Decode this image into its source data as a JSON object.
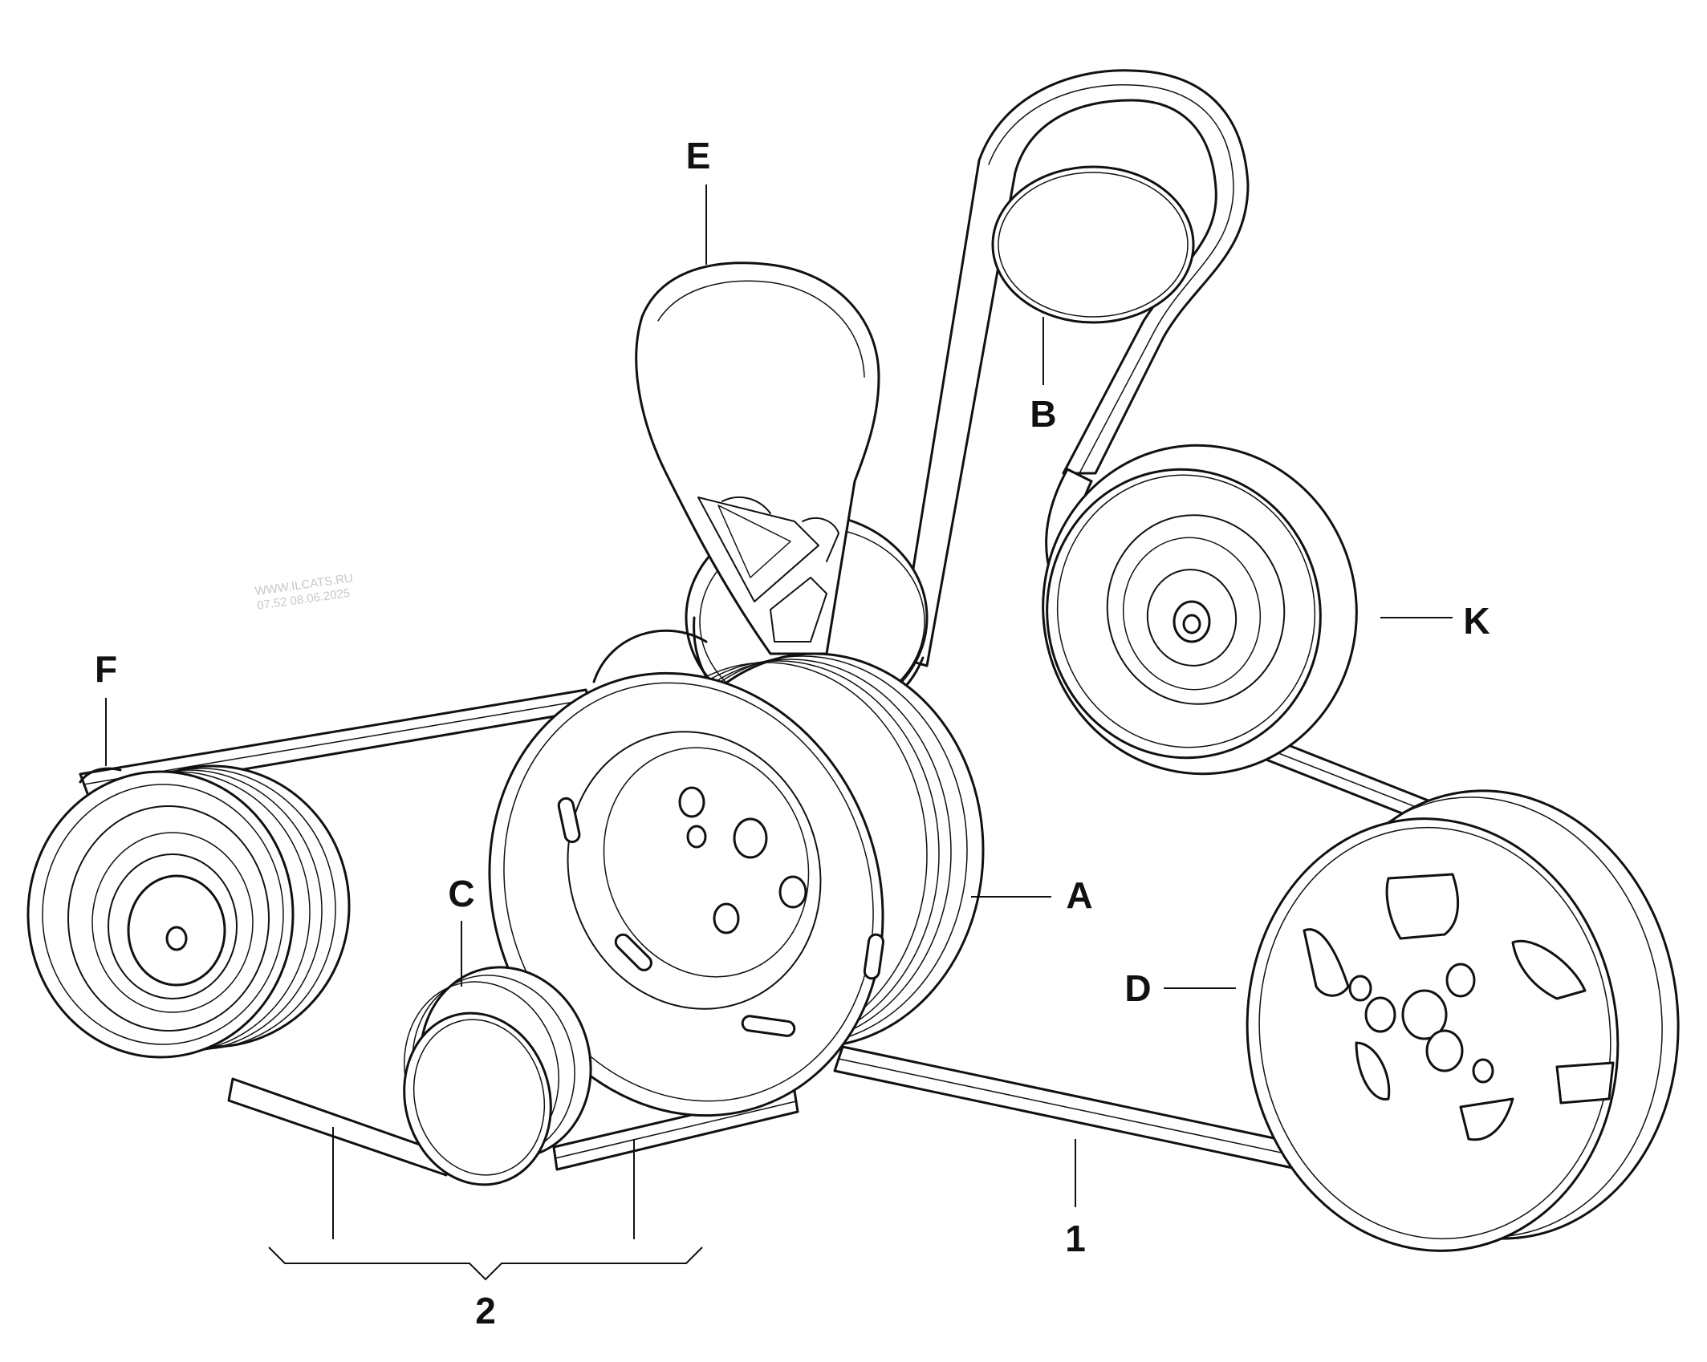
{
  "diagram": {
    "labels": {
      "A": "A",
      "B": "B",
      "C": "C",
      "D": "D",
      "E": "E",
      "F": "F",
      "K": "K",
      "belt": "1",
      "group": "2"
    },
    "watermark": {
      "line1": "WWW.ILCATS.RU",
      "line2": "07.52 08.06.2025"
    },
    "colors": {
      "line": "#111111",
      "fill": "#ffffff"
    }
  }
}
